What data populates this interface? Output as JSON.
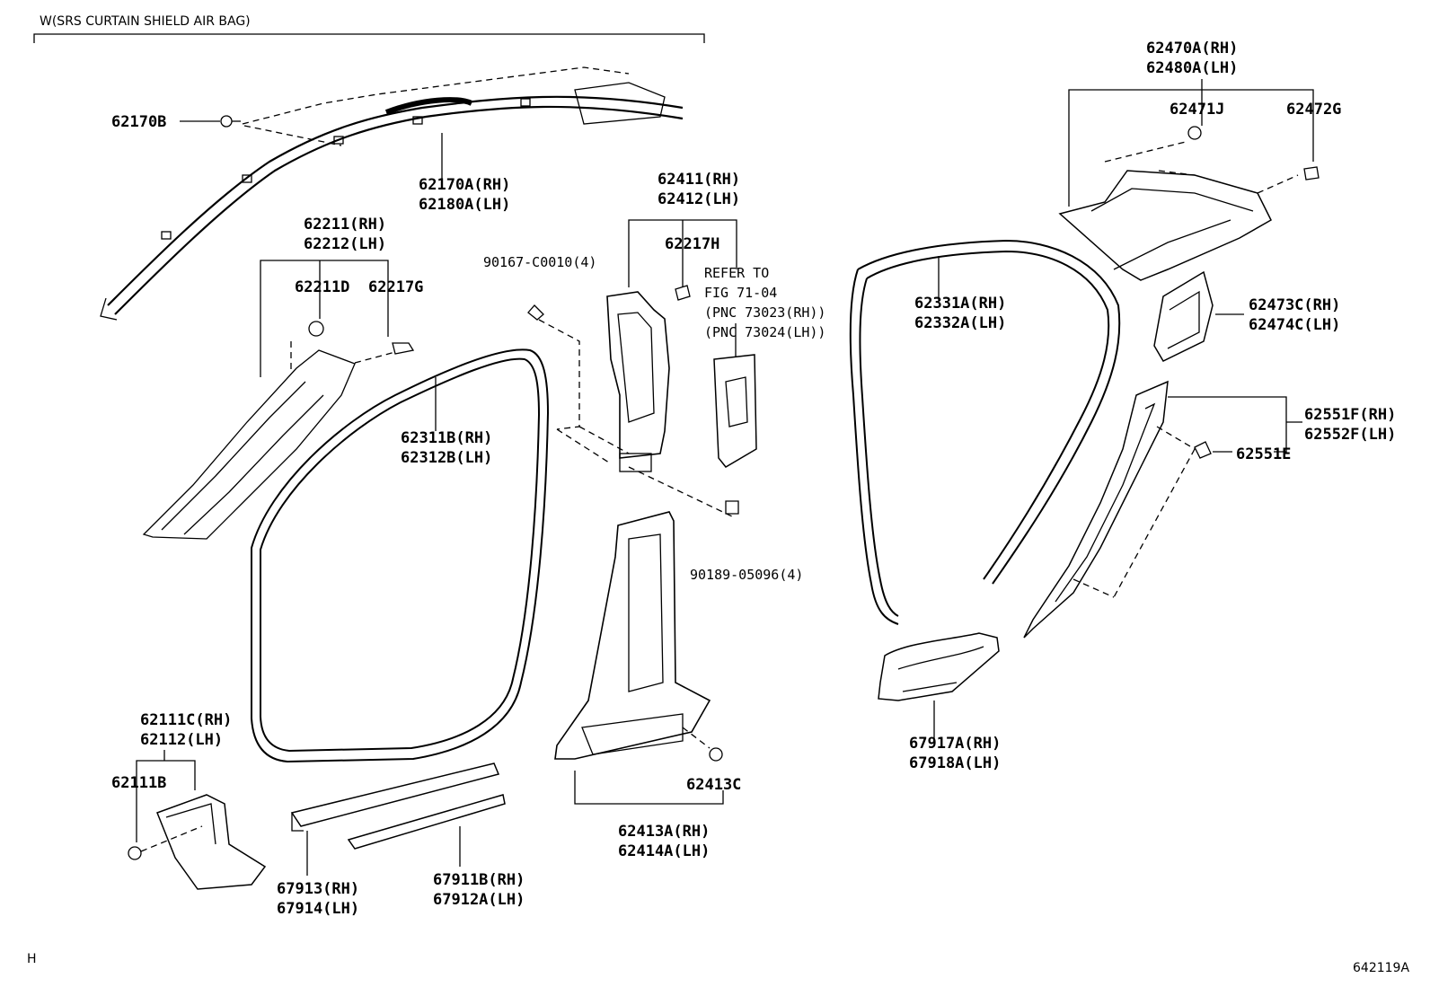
{
  "header": {
    "condition": "W(SRS CURTAIN SHIELD AIR BAG)"
  },
  "callouts": [
    {
      "id": "62170B",
      "text": "62170B"
    },
    {
      "id": "62170A",
      "text": "62170A(RH)"
    },
    {
      "id": "62180A",
      "text": "62180A(LH)"
    },
    {
      "id": "62211",
      "text": "62211(RH)"
    },
    {
      "id": "62212",
      "text": "62212(LH)"
    },
    {
      "id": "62211D",
      "text": "62211D"
    },
    {
      "id": "62217G",
      "text": "62217G"
    },
    {
      "id": "62311B",
      "text": "62311B(RH)"
    },
    {
      "id": "62312B",
      "text": "62312B(LH)"
    },
    {
      "id": "90167",
      "text": "90167-C0010(4)"
    },
    {
      "id": "62411",
      "text": "62411(RH)"
    },
    {
      "id": "62412",
      "text": "62412(LH)"
    },
    {
      "id": "62217H",
      "text": "62217H"
    },
    {
      "id": "refer1",
      "text": "REFER TO"
    },
    {
      "id": "refer2",
      "text": "FIG 71-04"
    },
    {
      "id": "refer3",
      "text": "(PNC 73023(RH))"
    },
    {
      "id": "refer4",
      "text": "(PNC 73024(LH))"
    },
    {
      "id": "90189",
      "text": "90189-05096(4)"
    },
    {
      "id": "62331A",
      "text": "62331A(RH)"
    },
    {
      "id": "62332A",
      "text": "62332A(LH)"
    },
    {
      "id": "62470A",
      "text": "62470A(RH)"
    },
    {
      "id": "62480A",
      "text": "62480A(LH)"
    },
    {
      "id": "62471J",
      "text": "62471J"
    },
    {
      "id": "62472G",
      "text": "62472G"
    },
    {
      "id": "62473C",
      "text": "62473C(RH)"
    },
    {
      "id": "62474C",
      "text": "62474C(LH)"
    },
    {
      "id": "62551F",
      "text": "62551F(RH)"
    },
    {
      "id": "62552F",
      "text": "62552F(LH)"
    },
    {
      "id": "62551E",
      "text": "62551E"
    },
    {
      "id": "62111C",
      "text": "62111C(RH)"
    },
    {
      "id": "62112",
      "text": "62112(LH)"
    },
    {
      "id": "62111B",
      "text": "62111B"
    },
    {
      "id": "67913",
      "text": "67913(RH)"
    },
    {
      "id": "67914",
      "text": "67914(LH)"
    },
    {
      "id": "67911B",
      "text": "67911B(RH)"
    },
    {
      "id": "67912A",
      "text": "67912A(LH)"
    },
    {
      "id": "62413C",
      "text": "62413C"
    },
    {
      "id": "62413A",
      "text": "62413A(RH)"
    },
    {
      "id": "62414A",
      "text": "62414A(LH)"
    },
    {
      "id": "67917A",
      "text": "67917A(RH)"
    },
    {
      "id": "67918A",
      "text": "67918A(LH)"
    }
  ],
  "footer": {
    "corner_mark": "H",
    "figure_id": "642119A"
  }
}
